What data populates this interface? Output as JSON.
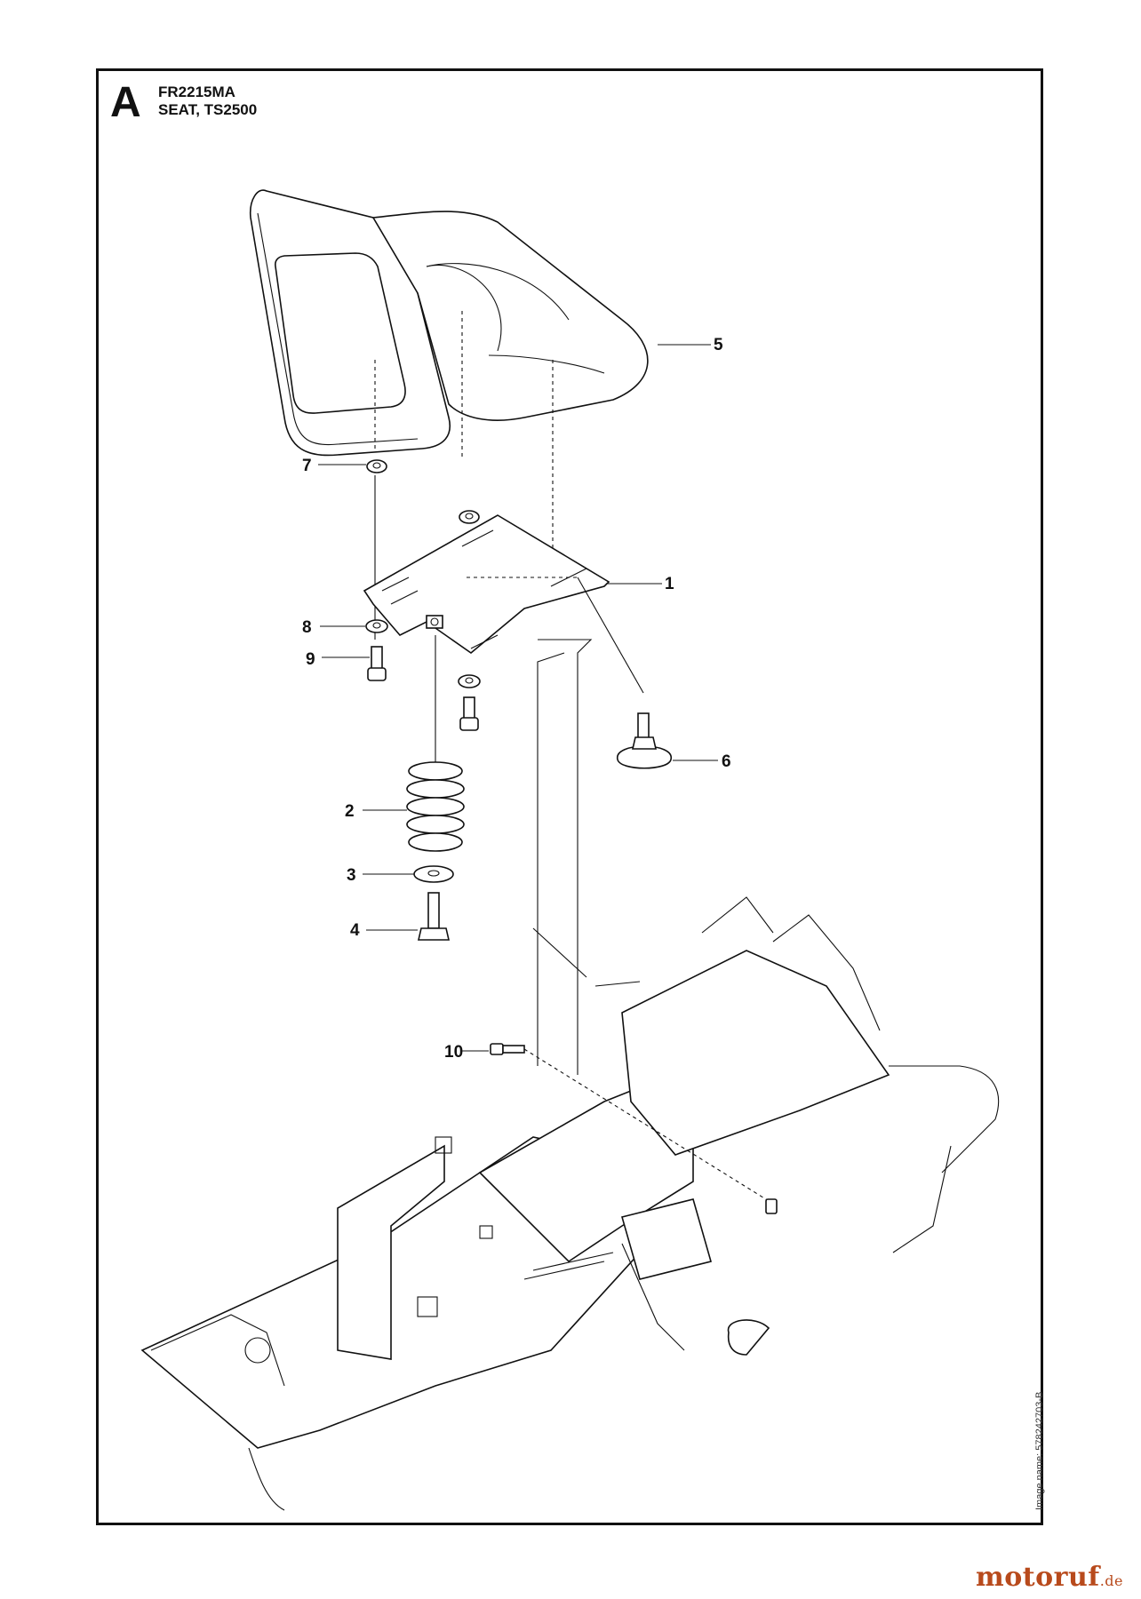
{
  "header": {
    "section_letter": "A",
    "model_code": "FR2215MA",
    "section_title": "SEAT, TS2500"
  },
  "image_name": "Image name: 578242703-B",
  "brand": {
    "name": "motoruf",
    "tld": ".de",
    "color": "#b84a1c"
  },
  "callouts": [
    {
      "id": "5"
    },
    {
      "id": "7"
    },
    {
      "id": "1"
    },
    {
      "id": "8"
    },
    {
      "id": "9"
    },
    {
      "id": "6"
    },
    {
      "id": "2"
    },
    {
      "id": "3"
    },
    {
      "id": "4"
    },
    {
      "id": "10"
    }
  ],
  "parts": [
    {
      "callout": "5",
      "icon": "seat-icon"
    },
    {
      "callout": "1",
      "icon": "seat-bracket-icon"
    },
    {
      "callout": "2",
      "icon": "spring-icon"
    },
    {
      "callout": "3",
      "icon": "washer-icon"
    },
    {
      "callout": "4",
      "icon": "bolt-icon"
    },
    {
      "callout": "6",
      "icon": "knob-icon"
    },
    {
      "callout": "7",
      "icon": "nut-icon"
    },
    {
      "callout": "8",
      "icon": "washer-icon"
    },
    {
      "callout": "9",
      "icon": "screw-icon"
    },
    {
      "callout": "10",
      "icon": "screw-icon"
    }
  ]
}
